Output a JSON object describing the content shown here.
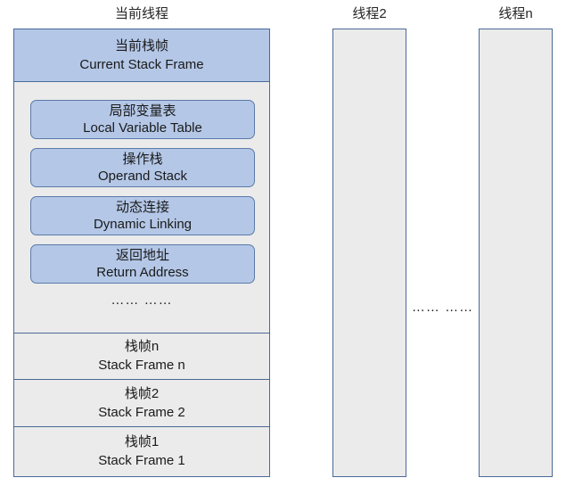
{
  "columns": {
    "current": {
      "title": "当前线程",
      "header": {
        "cn": "当前栈帧",
        "en": "Current Stack Frame"
      },
      "components": [
        {
          "cn": "局部变量表",
          "en": "Local Variable Table"
        },
        {
          "cn": "操作栈",
          "en": "Operand Stack"
        },
        {
          "cn": "动态连接",
          "en": "Dynamic Linking"
        },
        {
          "cn": "返回地址",
          "en": "Return Address"
        }
      ],
      "components_ellipsis": "…… ……",
      "frames": [
        {
          "cn": "栈帧n",
          "en": "Stack Frame n"
        },
        {
          "cn": "栈帧2",
          "en": "Stack Frame 2"
        },
        {
          "cn": "栈帧1",
          "en": "Stack Frame 1"
        }
      ]
    },
    "thread2": {
      "title": "线程2"
    },
    "threadn": {
      "title": "线程n"
    },
    "between_ellipsis": "…… ……"
  },
  "colors": {
    "accent_fill": "#b4c7e7",
    "accent_border": "#4a6998",
    "panel_fill": "#ebebeb",
    "text": "#1a1a1a",
    "background": "#ffffff"
  }
}
